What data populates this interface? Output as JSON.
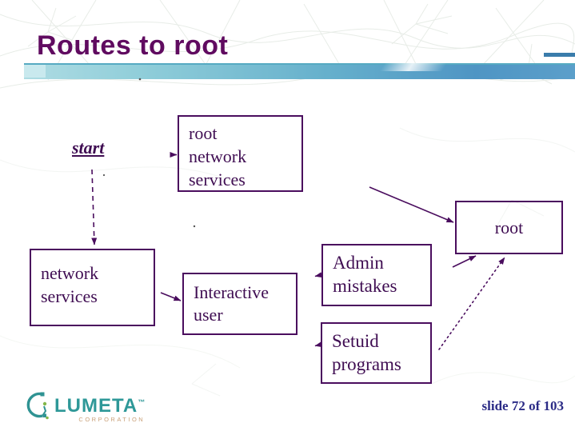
{
  "slide": {
    "title": "Routes to root",
    "page_indicator": "slide 72 of 103"
  },
  "diagram": {
    "start_label": "start",
    "nodes": [
      {
        "id": "root-network-services",
        "lines": [
          "root",
          "network",
          "services"
        ]
      },
      {
        "id": "network-services",
        "lines": [
          "network",
          "services"
        ]
      },
      {
        "id": "interactive-user",
        "lines": [
          "Interactive",
          "user"
        ]
      },
      {
        "id": "admin-mistakes",
        "lines": [
          "Admin",
          "mistakes"
        ]
      },
      {
        "id": "setuid-programs",
        "lines": [
          "Setuid",
          "programs"
        ]
      },
      {
        "id": "root",
        "lines": [
          "root"
        ]
      }
    ],
    "edges": [
      {
        "from": "start",
        "to": "root-network-services",
        "style": "arrowhead-only"
      },
      {
        "from": "start",
        "to": "network-services",
        "style": "dashed-arrow"
      },
      {
        "from": "network-services",
        "to": "interactive-user",
        "style": "solid-arrow"
      },
      {
        "from": "admin-mistakes",
        "to": "interactive-user",
        "style": "arrowhead-only"
      },
      {
        "from": "setuid-programs",
        "to": "interactive-user",
        "style": "arrowhead-only"
      },
      {
        "from": "root-network-services",
        "to": "root",
        "style": "solid-arrow"
      },
      {
        "from": "admin-mistakes",
        "to": "root",
        "style": "solid-arrow"
      },
      {
        "from": "setuid-programs",
        "to": "root",
        "style": "dotted-arrow"
      }
    ]
  },
  "footer": {
    "brand": "LUMETA",
    "trademark": "TM",
    "brand_sub": "CORPORATION"
  },
  "colors": {
    "title": "#600b60",
    "box_border": "#4a0d5e",
    "box_text": "#3f0d52",
    "arrow": "#4a0d5e",
    "accent_bar_left": "#aedce3",
    "accent_bar_right": "#4f95c4",
    "slide_number": "#2b2b86",
    "logo_teal": "#2e9898",
    "logo_sub": "#c9a179"
  }
}
